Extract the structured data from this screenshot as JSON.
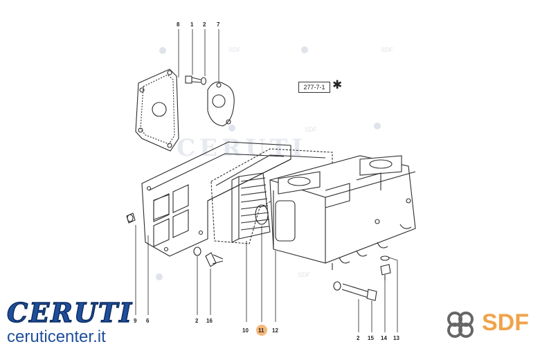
{
  "diagram": {
    "reference_code": "277-7-1",
    "reference_symbol": "✱",
    "callouts": [
      "8",
      "1",
      "2",
      "7",
      "9",
      "6",
      "2",
      "16",
      "10",
      "11",
      "12",
      "2",
      "15",
      "14",
      "13"
    ],
    "highlighted_callout": "11",
    "highlight_color": "#f4b87a"
  },
  "branding": {
    "left_wordmark": "CERUTI",
    "left_url": "ceruticenter.it",
    "left_color": "#1f4f9a",
    "right_wordmark": "SDF",
    "right_color": "#f0a34a",
    "watermark_text": "SDF",
    "watermark_color": "#dfe3ea"
  }
}
